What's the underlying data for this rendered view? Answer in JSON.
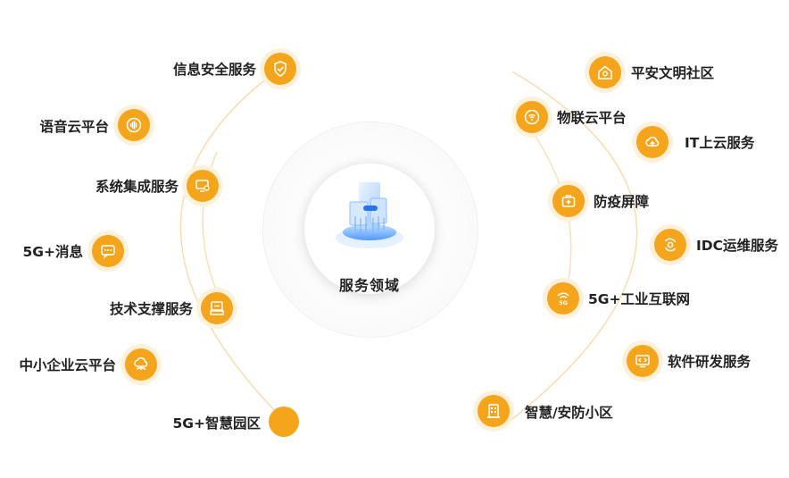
{
  "center": {
    "title": "服务领域"
  },
  "colors": {
    "accent": "#f4a51c",
    "accent_soft": "#fdf1db",
    "arc": "#f8d39a",
    "text": "#222222"
  },
  "left_services": [
    {
      "label": "信息安全服务",
      "icon": "shield-check-icon"
    },
    {
      "label": "语音云平台",
      "icon": "sound-wave-icon"
    },
    {
      "label": "系统集成服务",
      "icon": "monitor-settings-icon"
    },
    {
      "label": "5G+消息",
      "icon": "chat-bubble-icon"
    },
    {
      "label": "技术支撑服务",
      "icon": "support-desk-icon"
    },
    {
      "label": "中小企业云平台",
      "icon": "cloud-network-icon"
    },
    {
      "label": "5G+智慧园区",
      "icon": ""
    }
  ],
  "right_services": [
    {
      "label": "平安文明社区",
      "icon": "community-home-icon"
    },
    {
      "label": "物联云平台",
      "icon": "iot-signal-icon"
    },
    {
      "label": "IT上云服务",
      "icon": "cloud-upload-icon"
    },
    {
      "label": "防疫屏障",
      "icon": "medical-kit-icon"
    },
    {
      "label": "IDC运维服务",
      "icon": "cycle-gear-icon"
    },
    {
      "label": "5G+工业互联网",
      "icon": "5g-signal-icon"
    },
    {
      "label": "软件研发服务",
      "icon": "code-monitor-icon"
    },
    {
      "label": "智慧/安防小区",
      "icon": "building-icon"
    }
  ]
}
